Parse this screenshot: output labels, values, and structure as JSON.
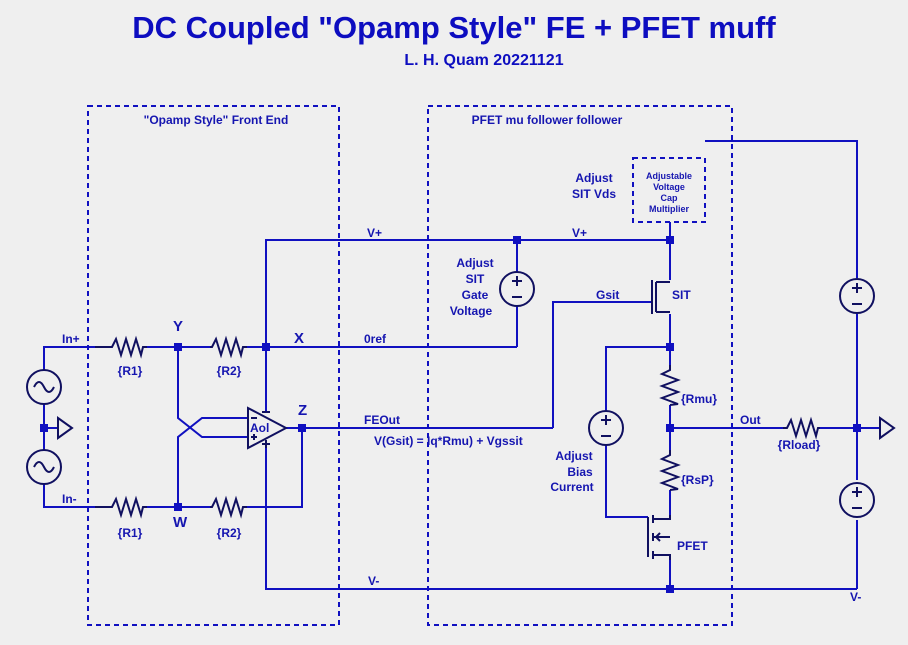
{
  "title": "DC Coupled \"Opamp Style\" FE + PFET muff",
  "subtitle": "L. H. Quam  20221121",
  "blocks": {
    "front_end": "\"Opamp Style\" Front End",
    "follower": "PFET mu follower follower",
    "cap_multiplier": [
      "Adjustable",
      "Voltage",
      "Cap",
      "Multiplier"
    ]
  },
  "nets": {
    "in_plus": "In+",
    "in_minus": "In-",
    "vplus_left": "V+",
    "vplus_right": "V+",
    "vminus": "V-",
    "vminus_right": "V-",
    "zero_ref": "0ref",
    "fe_out": "FEOut",
    "gsit": "Gsit",
    "out": "Out"
  },
  "nodes": {
    "x": "X",
    "y": "Y",
    "z": "Z",
    "w": "W"
  },
  "components": {
    "r1_top": "{R1}",
    "r1_bottom": "{R1}",
    "r2_top": "{R2}",
    "r2_bottom": "{R2}",
    "rmu": "{Rmu}",
    "rsp": "{RsP}",
    "rload": "{Rload}",
    "opamp": "Aol",
    "sit": "SIT",
    "pfet": "PFET"
  },
  "annotations": {
    "adjust_sit_vds": [
      "Adjust",
      "SIT Vds"
    ],
    "adjust_gate": [
      "Adjust",
      "SIT",
      "Gate",
      "Voltage"
    ],
    "adjust_bias": [
      "Adjust",
      "Bias",
      "Current"
    ],
    "gate_equation": "V(Gsit) = Iq*Rmu) + Vgssit"
  }
}
